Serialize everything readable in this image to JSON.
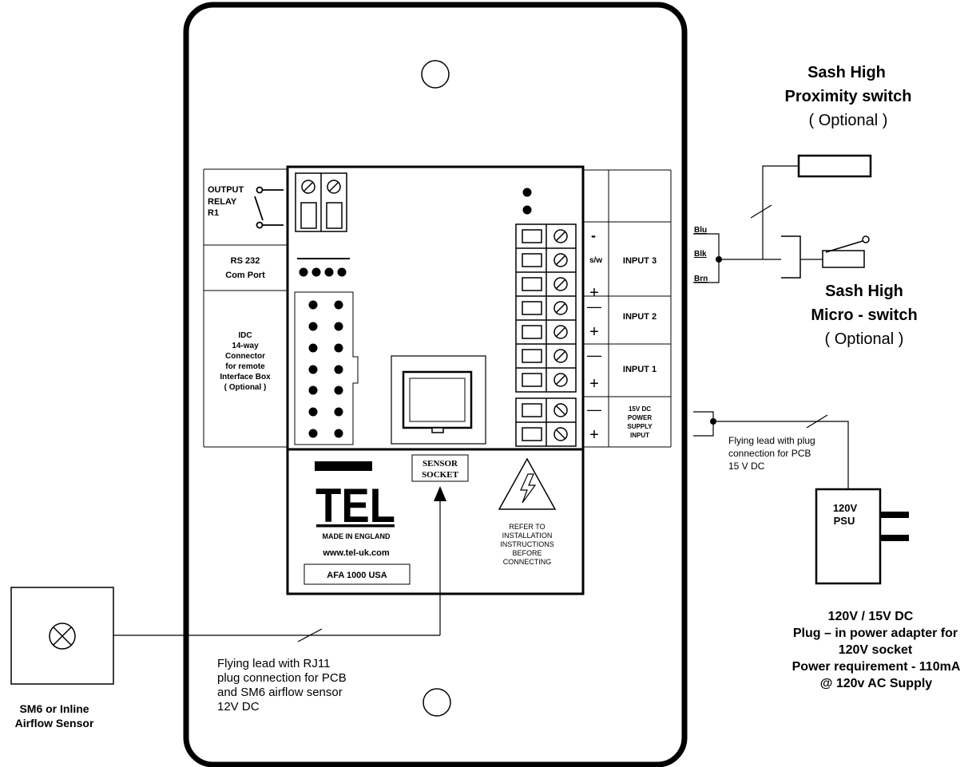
{
  "relay": {
    "line1": "OUTPUT",
    "line2": "RELAY",
    "line3": "R1"
  },
  "rs232": {
    "line1": "RS 232",
    "line2": "Com  Port"
  },
  "idc": {
    "line1": "IDC",
    "line2": "14-way",
    "line3": "Connector",
    "line4": "for remote",
    "line5": "Interface Box",
    "line6": "( Optional )"
  },
  "terminals": {
    "minus": "-",
    "sw": "s/w",
    "plus": "+",
    "dash": "—",
    "input3": "INPUT 3",
    "input2": "INPUT 2",
    "input1": "INPUT 1",
    "power_line1": "15V DC",
    "power_line2": "POWER",
    "power_line3": "SUPPLY",
    "power_line4": "INPUT"
  },
  "sensor_socket": {
    "line1": "SENSOR",
    "line2": "SOCKET"
  },
  "brand": {
    "logo": "TEL",
    "made_in": "MADE IN ENGLAND",
    "website": "www.tel-uk.com",
    "model": "AFA 1000 USA"
  },
  "warning": {
    "line1": "REFER TO",
    "line2": "INSTALLATION",
    "line3": "INSTRUCTIONS",
    "line4": "BEFORE",
    "line5": "CONNECTING"
  },
  "proximity": {
    "line1": "Sash High",
    "line2": "Proximity switch",
    "line3": "( Optional )"
  },
  "micro": {
    "line1": "Sash High",
    "line2": "Micro - switch",
    "line3": "( Optional )"
  },
  "wires": {
    "blu": "Blu",
    "blk": "Blk",
    "brn": "Brn"
  },
  "psu_lead": {
    "line1": "Flying lead with plug",
    "line2": "connection for PCB",
    "line3": "15 V DC"
  },
  "psu": {
    "line1": "120V",
    "line2": "PSU"
  },
  "psu_spec": {
    "line1": "120V  /  15V DC",
    "line2": "Plug – in power adapter for",
    "line3": "120V socket",
    "line4": "Power requirement - 110mA",
    "line5": "@ 120v AC Supply"
  },
  "sensor_lead": {
    "line1": "Flying lead with RJ11",
    "line2": "plug connection for PCB",
    "line3": "and SM6 airflow sensor",
    "line4": "12V DC"
  },
  "sensor": {
    "line1": "SM6 or Inline",
    "line2": "Airflow Sensor"
  }
}
